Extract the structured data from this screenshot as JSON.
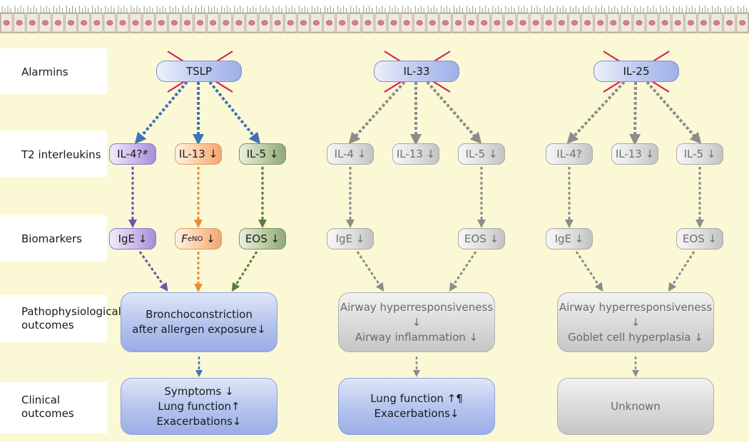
{
  "row_labels": {
    "alarmins": "Alarmins",
    "t2_interleukins": "T2 interleukins",
    "biomarkers": "Biomarkers",
    "pathophysiological": [
      "Pathophysiological",
      "outcomes"
    ],
    "clinical": [
      "Clinical",
      "outcomes"
    ]
  },
  "alarmins": [
    "TSLP",
    "IL-33",
    "IL-25"
  ],
  "tslp": {
    "interleukins": [
      "IL-4?#",
      "IL-13 ↓",
      "IL-5 ↓"
    ],
    "biomarkers": [
      "IgE ↓",
      "FeNO ↓",
      "EOS ↓"
    ],
    "patho": [
      "Bronchoconstriction",
      "after allergen exposure↓"
    ],
    "clinical": [
      "Symptoms ↓",
      "Lung function↑",
      "Exacerbations↓"
    ]
  },
  "il33": {
    "interleukins": [
      "IL-4 ↓",
      "IL-13 ↓",
      "IL-5 ↓"
    ],
    "biomarkers": [
      "IgE ↓",
      "EOS ↓"
    ],
    "patho": [
      "Airway hyperresponsiveness ↓",
      "Airway inflammation ↓"
    ],
    "clinical": [
      "Lung function ↑¶",
      "Exacerbations↓"
    ]
  },
  "il25": {
    "interleukins": [
      "IL-4?",
      "IL-13 ↓",
      "IL-5 ↓"
    ],
    "biomarkers": [
      "IgE ↓",
      "EOS ↓"
    ],
    "patho": [
      "Airway hyperresponsiveness ↓",
      "Goblet cell hyperplasia ↓"
    ],
    "clinical": [
      "Unknown"
    ]
  },
  "colors": {
    "background": "#fbf8d6",
    "label_band": "#ffffff",
    "blue_arrow": "#3f73b8",
    "purple_arrow": "#6f54a8",
    "orange_arrow": "#ec8a3c",
    "green_arrow": "#5e7a3d",
    "grey_arrow": "#8c8c8c",
    "cross": "#d81e5b"
  }
}
